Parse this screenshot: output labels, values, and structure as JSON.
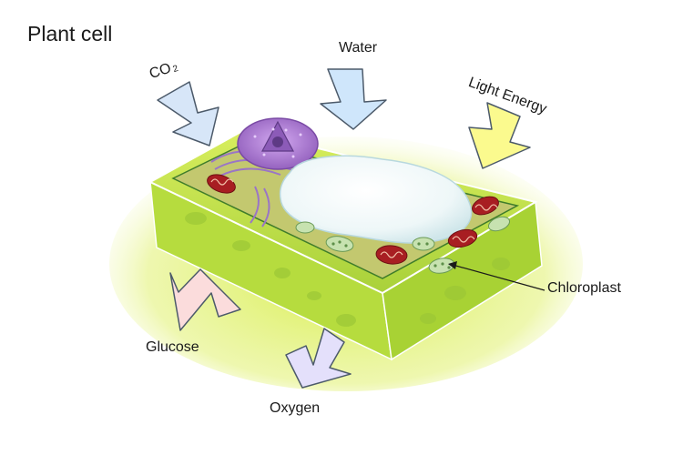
{
  "title": "Plant cell",
  "inputs": {
    "co2": {
      "text": "CO",
      "subscript": "2"
    },
    "water": "Water",
    "light": "Light Energy"
  },
  "outputs": {
    "glucose": "Glucose",
    "oxygen": "Oxygen"
  },
  "callout": "Chloroplast",
  "colors": {
    "co2_arrow": "#d7e6f8",
    "water_arrow": "#cfe6fb",
    "light_arrow": "#fbfa8e",
    "glucose_arrow": "#fbdcdc",
    "oxygen_arrow": "#e4e0fb",
    "cell_wall": "#c9e65a",
    "cytoplasm": "#bfc97a",
    "nucleus": "#b78ad8",
    "vacuole": "#eef7fa",
    "mitochondria": "#a81e22",
    "chloroplast": "#c7e2b0"
  }
}
